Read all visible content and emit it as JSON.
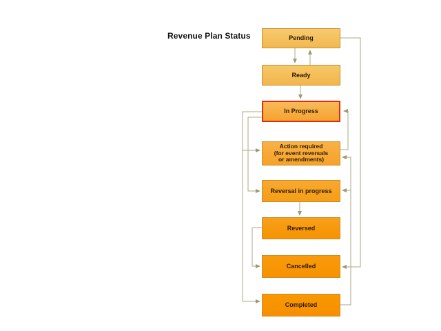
{
  "title": "Revenue Plan Status",
  "diagram": {
    "type": "state-flow-diagram",
    "highlighted_state": "In Progress",
    "nodes": [
      {
        "id": "pending",
        "label": "Pending"
      },
      {
        "id": "ready",
        "label": "Ready"
      },
      {
        "id": "in-progress",
        "label": "In Progress",
        "highlighted": true
      },
      {
        "id": "action-required",
        "label": "Action required\n(for event reversals\nor amendments)"
      },
      {
        "id": "reversal-in-progress",
        "label": "Reversal in progress"
      },
      {
        "id": "reversed",
        "label": "Reversed"
      },
      {
        "id": "cancelled",
        "label": "Cancelled"
      },
      {
        "id": "completed",
        "label": "Completed"
      }
    ],
    "edges": [
      {
        "from": "Pending",
        "to": "Ready"
      },
      {
        "from": "Ready",
        "to": "Pending"
      },
      {
        "from": "Ready",
        "to": "In Progress"
      },
      {
        "from": "In Progress",
        "to": "Action required"
      },
      {
        "from": "In Progress",
        "to": "Reversal in progress"
      },
      {
        "from": "In Progress",
        "to": "Completed"
      },
      {
        "from": "Action required",
        "to": "In Progress"
      },
      {
        "from": "Reversal in progress",
        "to": "Reversed"
      },
      {
        "from": "Reversed",
        "to": "Cancelled"
      },
      {
        "from": "Pending",
        "to": "Cancelled"
      },
      {
        "from": "Completed",
        "to": "Action required"
      },
      {
        "from": "Completed",
        "to": "Reversal in progress"
      }
    ],
    "colors": {
      "background": "#ffffff",
      "connector": "#a8a886",
      "arrowhead": "#9b9b70",
      "box_border": "#cd8b28",
      "highlight_border": "#e02d0c",
      "box_fill_light": "#f7ca6e",
      "box_fill_dark": "#f78f00",
      "text": "#2b1a00",
      "title_text": "#111111"
    }
  }
}
